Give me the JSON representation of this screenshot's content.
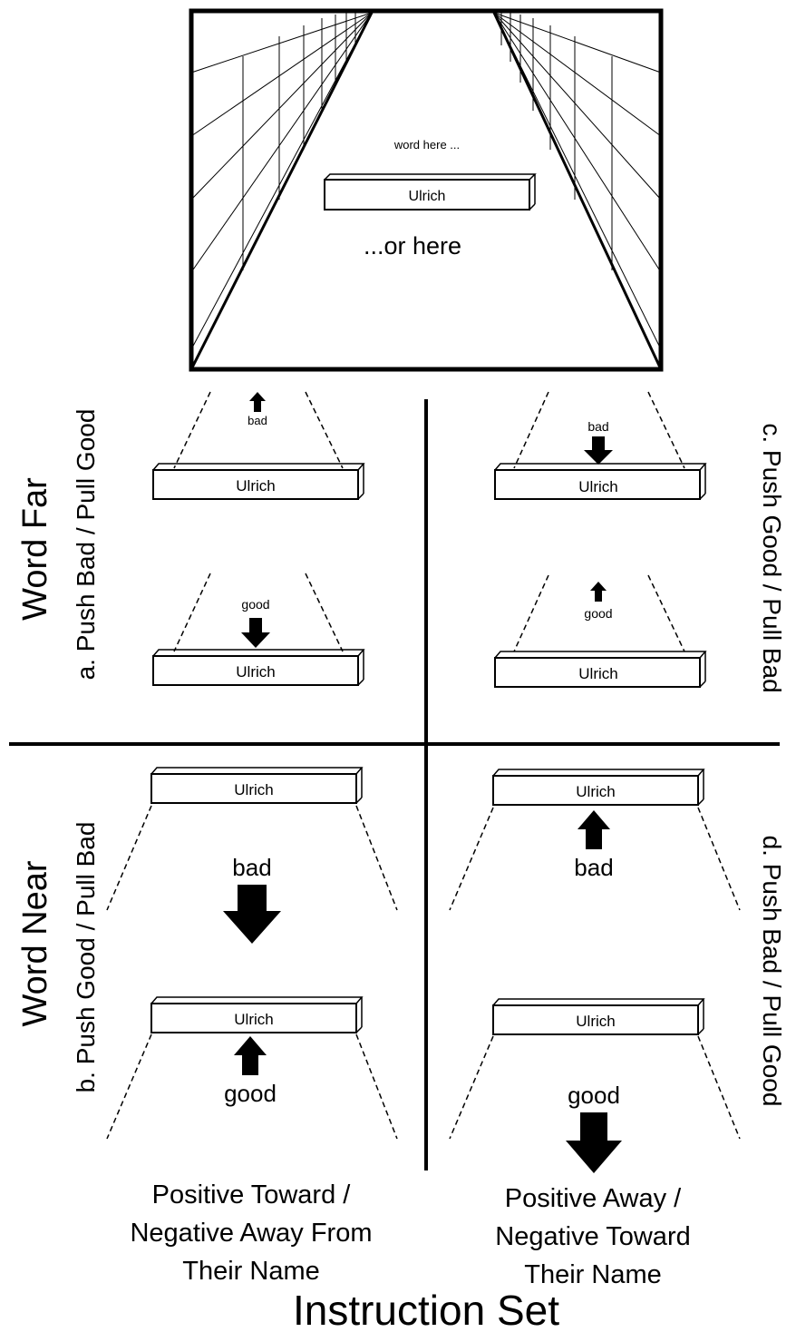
{
  "scene": {
    "word_here": "word here ...",
    "name": "Ulrich",
    "or_here": "...or here"
  },
  "rows": {
    "far": "Word Far",
    "near": "Word Near"
  },
  "conditions": {
    "a": "a. Push Bad / Pull Good",
    "b": "b. Push Good / Pull Bad",
    "c": "c. Push Good / Pull Bad",
    "d": "d. Push Bad / Pull Good"
  },
  "panels": {
    "a_top": {
      "name": "Ulrich",
      "word": "bad"
    },
    "a_bottom": {
      "name": "Ulrich",
      "word": "good"
    },
    "c_top": {
      "name": "Ulrich",
      "word": "bad"
    },
    "c_bottom": {
      "name": "Ulrich",
      "word": "good"
    },
    "b_top": {
      "name": "Ulrich",
      "word": "bad"
    },
    "b_bottom": {
      "name": "Ulrich",
      "word": "good"
    },
    "d_top": {
      "name": "Ulrich",
      "word": "bad"
    },
    "d_bottom": {
      "name": "Ulrich",
      "word": "good"
    }
  },
  "columns": {
    "left": [
      "Positive Toward /",
      "Negative Away From",
      "Their Name"
    ],
    "right": [
      "Positive Away /",
      "Negative Toward",
      "Their Name"
    ]
  },
  "footer": "Instruction Set"
}
